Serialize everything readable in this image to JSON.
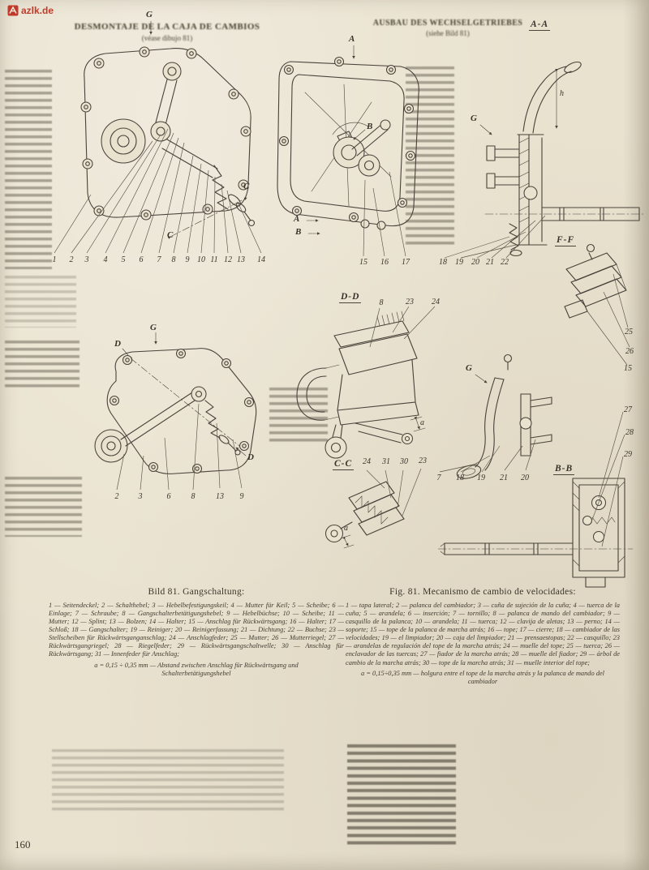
{
  "watermark": {
    "text": "azlk.de"
  },
  "colors": {
    "watermark_red": "#c23b2a",
    "paper": "#e9e2cf",
    "ink": "#3c372e"
  },
  "headings": {
    "left_title": "DESMONTAJE DE LA CAJA DE CAMBIOS",
    "left_subtitle": "(véase dibujo 81)",
    "right_title": "AUSBAU DES WECHSELGETRIEBES",
    "right_subtitle": "(siehe Bild 81)"
  },
  "figures": {
    "fig1": {
      "label_g": "G",
      "label_c1": "C",
      "label_c2": "C",
      "callouts": [
        "1",
        "2",
        "3",
        "4",
        "5",
        "6",
        "7",
        "8",
        "9",
        "10",
        "11",
        "12",
        "13",
        "14"
      ]
    },
    "fig2": {
      "label_a_top": "A",
      "label_b_mid": "B",
      "label_a_bottom": "A",
      "label_b_bottom": "B",
      "callouts": [
        "15",
        "16",
        "17"
      ]
    },
    "fig3": {
      "title": "A-A",
      "label_g": "G",
      "label_h": "h",
      "callouts": [
        "18",
        "19",
        "20",
        "21",
        "22"
      ]
    },
    "fig_ff": {
      "title": "F-F",
      "callouts": [
        "25",
        "26",
        "15"
      ]
    },
    "fig_dd": {
      "title": "D-D",
      "callouts_top": [
        "8",
        "23",
        "24"
      ],
      "dim_a": "a"
    },
    "fig_g": {
      "label_g": "G",
      "callouts": [
        "7",
        "18",
        "19",
        "21",
        "20"
      ]
    },
    "fig4": {
      "label_g": "G",
      "label_d1": "D",
      "label_d2": "D",
      "callouts": [
        "2",
        "3",
        "6",
        "8",
        "13",
        "9"
      ]
    },
    "fig_cc": {
      "title": "C-C",
      "callouts": [
        "24",
        "31",
        "30",
        "23"
      ],
      "dim_a": "a"
    },
    "fig_bb": {
      "title": "B-B",
      "callouts": [
        "27",
        "28",
        "29"
      ]
    }
  },
  "captions": {
    "left": {
      "title": "Bild 81. Gangschaltung:",
      "body": "1 — Seitendeckel; 2 — Schalthebel; 3 — Hebelbefestigungskeil; 4 — Mutter für Keil; 5 — Scheibe; 6 — Einlage; 7 — Schraube; 8 — Gangschalterbetätigungshebel; 9 — Hebelbüchse; 10 — Scheibe; 11 — Mutter; 12 — Splint; 13 — Bolzen; 14 — Halter; 15 — Anschlag für Rückwärtsgang; 16 — Halter; 17 — Schloß; 18 — Gangschalter; 19 — Reiniger; 20 — Reinigerfassung; 21 — Dichtung; 22 — Buchse; 23 — Stellscheiben für Rückwärtsganganschlag; 24 — Anschlagfeder; 25 — Mutter; 26 — Mutterriegel; 27 — Rückwärtsgangriegel; 28 — Riegelfeder; 29 — Rückwärtsgangschaltwelle; 30 — Anschlag für Rückwärtsgang; 31 — Innenfeder für Anschlag;",
      "note": "a = 0,15 ÷ 0,35 mm — Abstand zwischen Anschlag für Rückwärtsgang und Schalterbetätigungshebel"
    },
    "right": {
      "title": "Fig. 81. Mecanismo de cambio de velocidades:",
      "body": "1 — tapa lateral; 2 — palanca del cambiador; 3 — cuña de sujeción de la cuña; 4 — tuerca de la cuña; 5 — arandela; 6 — inserción; 7 — tornillo; 8 — palanca de mando del cambiador; 9 — casquillo de la palanca; 10 — arandela; 11 — tuerca; 12 — clavija de aletas; 13 — perno; 14 — soporte; 15 — tope de la palanca de marcha atrás; 16 — tope; 17 — cierre; 18 — cambiador de las velocidades; 19 — el limpiador; 20 — caja del limpiador; 21 — prensaestopas; 22 — casquillo; 23 — arandelas de regulación del tope de la marcha atrás; 24 — muelle del tope; 25 — tuerca; 26 — enclavador de las tuercas; 27 — fiador de la marcha atrás; 28 — muelle del fiador; 29 — árbol de cambio de la marcha atrás; 30 — tope de la marcha atrás; 31 — muelle interior del tope;",
      "note": "a = 0,15÷0,35 mm — holgura entre el tope de la marcha atrás y la palanca de mando del cambiador"
    }
  },
  "footer": {
    "page_number": "160"
  }
}
